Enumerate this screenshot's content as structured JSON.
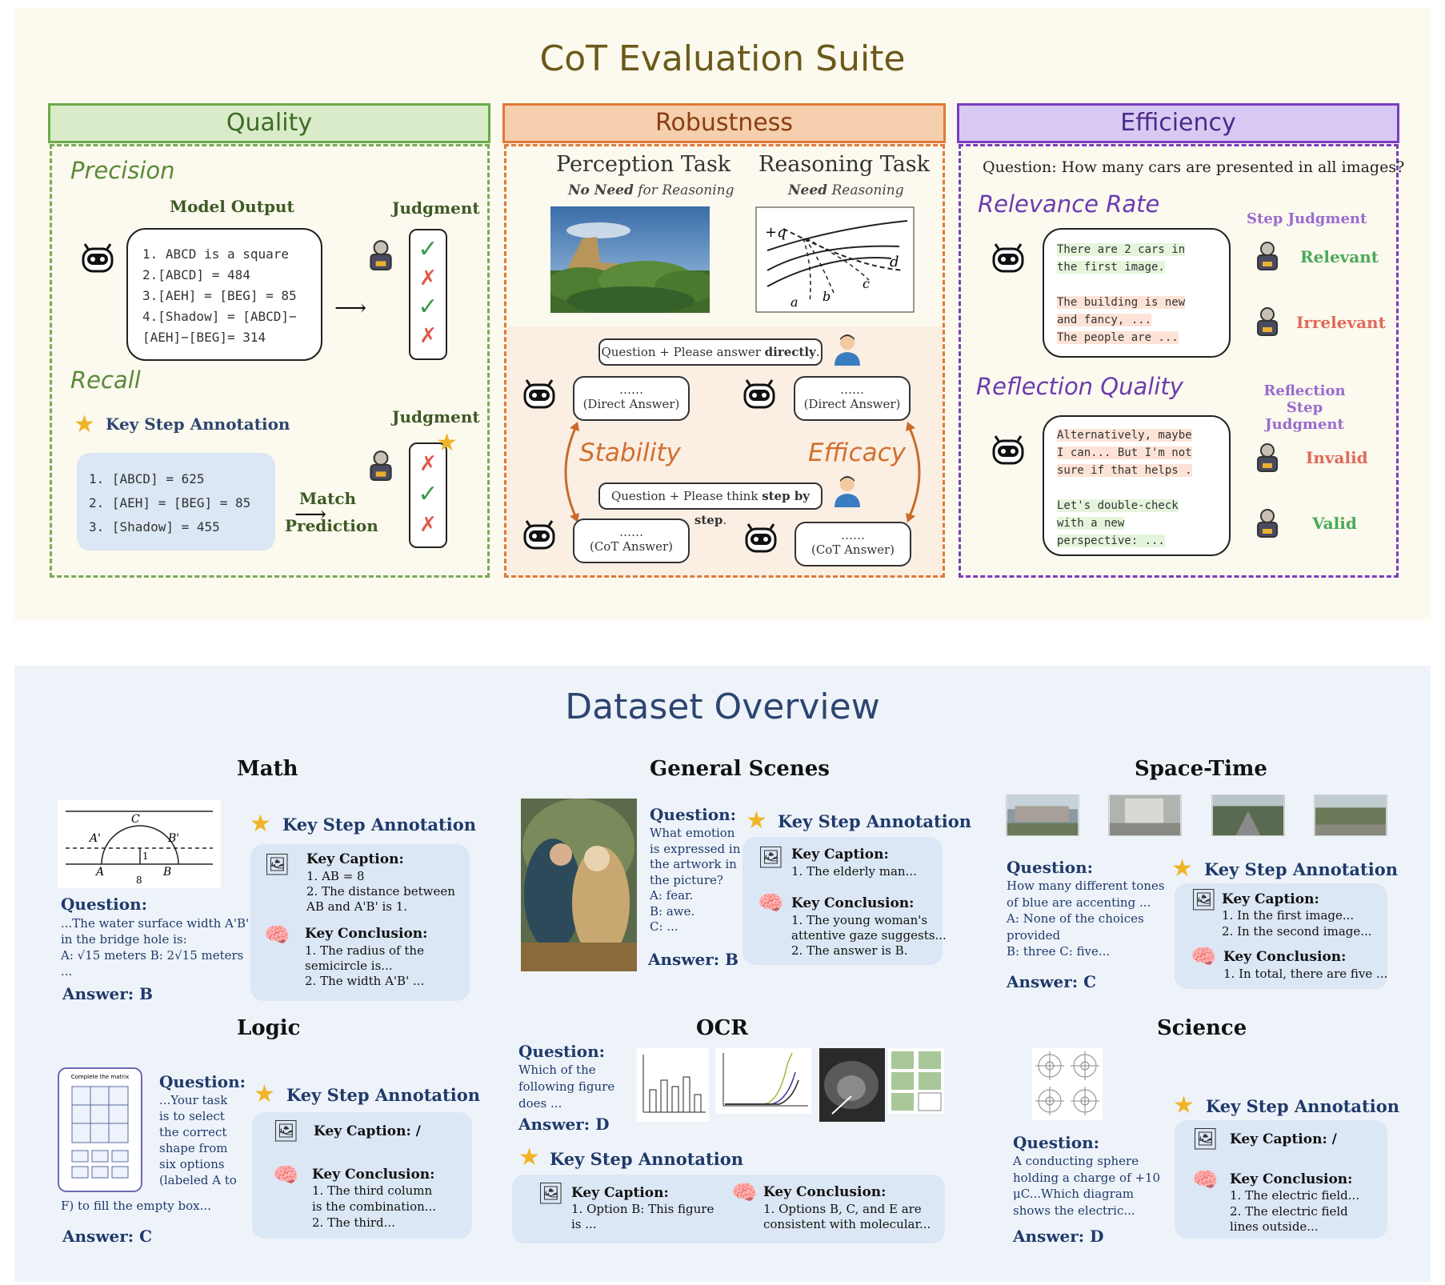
{
  "top_title": "CoT Evaluation Suite",
  "quality": {
    "header": "Quality",
    "precision_title": "Precision",
    "model_output_label": "Model Output",
    "judgment_label": "Judgment",
    "steps": [
      "1. ABCD is a square",
      "2.[ABCD] = 484",
      "3.[AEH] = [BEG] = 85",
      "4.[Shadow] = [ABCD]−",
      "[AEH]−[BEG]= 314"
    ],
    "precision_judgments": [
      "✓",
      "✗",
      "✓",
      "✗"
    ],
    "recall_title": "Recall",
    "key_step_label": "Key Step Annotation",
    "recall_judgment_label": "Judgment",
    "key_steps": [
      "1. [ABCD] = 625",
      "2. [AEH] = [BEG] = 85",
      "3. [Shadow] = 455"
    ],
    "match_label": "Match",
    "prediction_label": "Prediction",
    "recall_judgments": [
      "✗",
      "✓",
      "✗"
    ]
  },
  "robustness": {
    "header": "Robustness",
    "perception_task": "Perception Task",
    "perception_sub_a": "No Need",
    "perception_sub_b": " for Reasoning",
    "reasoning_task": "Reasoning Task",
    "reasoning_sub_a": "Need",
    "reasoning_sub_b": " Reasoning",
    "question_direct_a": "Question + Please answer ",
    "question_direct_b": "directly",
    "question_direct_c": ".",
    "question_cot_a": "Question + Please think ",
    "question_cot_b": "step by step",
    "question_cot_c": ".",
    "ellipsis": "……",
    "direct_answer": "(Direct Answer)",
    "cot_answer": "(CoT Answer)",
    "stability": "Stability",
    "efficacy": "Efficacy",
    "diagram_labels": {
      "q": "+q",
      "a": "a",
      "b": "b",
      "c": "c",
      "d": "d"
    }
  },
  "efficiency": {
    "header": "Efficiency",
    "question": "Question: How many cars are presented in all images?",
    "relevance_title": "Relevance Rate",
    "step_judgment_label": "Step Judgment",
    "relevance_bubble": [
      "There are 2 cars in",
      "the first image.",
      "The building is new",
      "and fancy, ...",
      "The people are ..."
    ],
    "relevant": "Relevant",
    "irrelevant": "Irrelevant",
    "reflection_title": "Reflection Quality",
    "reflection_judgment_label_1": "Reflection Step",
    "reflection_judgment_label_2": "Judgment",
    "reflection_bubble": [
      "Alternatively, maybe",
      "I can... But I'm not",
      "sure if that helps .",
      "Let's double-check",
      "with a new",
      "perspective: ..."
    ],
    "invalid": "Invalid",
    "valid": "Valid"
  },
  "bottom_title": "Dataset Overview",
  "key_step_annotation": "Key Step Annotation",
  "key_caption": "Key Caption:",
  "key_conclusion": "Key Conclusion:",
  "question_label": "Question:",
  "math": {
    "title": "Math",
    "diagram_labels": [
      "C",
      "A'",
      "B'",
      "A",
      "B",
      "1",
      "8"
    ],
    "question": [
      "...The water surface width A'B'",
      "in the bridge hole is:",
      "A: √15 meters   B: 2√15 meters",
      "..."
    ],
    "answer": "Answer: B",
    "caption": [
      "1. AB = 8",
      "2. The distance between",
      "AB and A'B' is 1."
    ],
    "conclusion": [
      "1. The radius of the",
      "semicircle is...",
      "2. The width A'B' ..."
    ]
  },
  "general": {
    "title": "General Scenes",
    "question": [
      "What emotion",
      "is expressed in",
      "the artwork in",
      "the picture?",
      "A: fear.",
      "B: awe.",
      "C: ..."
    ],
    "answer": "Answer: B",
    "caption": [
      "1. The elderly man..."
    ],
    "conclusion": [
      "1. The young woman's",
      "attentive gaze suggests...",
      "2. The answer is B."
    ]
  },
  "spacetime": {
    "title": "Space-Time",
    "question": [
      "How many different tones",
      "of blue are accenting ...",
      "A: None of the choices",
      "provided",
      "B: three C: five..."
    ],
    "answer": "Answer: C",
    "caption": [
      "1. In the first image...",
      "2. In the second image..."
    ],
    "conclusion": [
      "1. In total, there are five ..."
    ]
  },
  "logic": {
    "title": "Logic",
    "question": [
      "...Your task",
      "is to select",
      "the correct",
      "shape from",
      "six options",
      "(labeled A to"
    ],
    "question_tail": "F) to fill the empty box...",
    "answer": "Answer: C",
    "caption": "/",
    "conclusion": [
      "1. The third column",
      "is the combination...",
      "2. The third..."
    ],
    "puzzle_title": "Complete the matrix"
  },
  "ocr": {
    "title": "OCR",
    "question": [
      "Which of the",
      "following figure",
      "does ..."
    ],
    "answer": "Answer: D",
    "caption": [
      "1. Option B: This figure",
      "is ..."
    ],
    "conclusion": [
      "1. Options B, C, and E are",
      "consistent with molecular..."
    ]
  },
  "science": {
    "title": "Science",
    "question": [
      "A conducting sphere",
      "holding a charge of +10",
      "μC...Which diagram",
      "shows the electric..."
    ],
    "answer": "Answer: D",
    "caption": "/",
    "conclusion": [
      "1. The electric field...",
      "2. The electric field",
      "lines outside..."
    ]
  },
  "colors": {
    "quality": "#5a9a3a",
    "robustness": "#e07a38",
    "efficiency": "#7a3cc0",
    "title_top": "#6b5a1a",
    "title_bottom": "#2d4570"
  }
}
